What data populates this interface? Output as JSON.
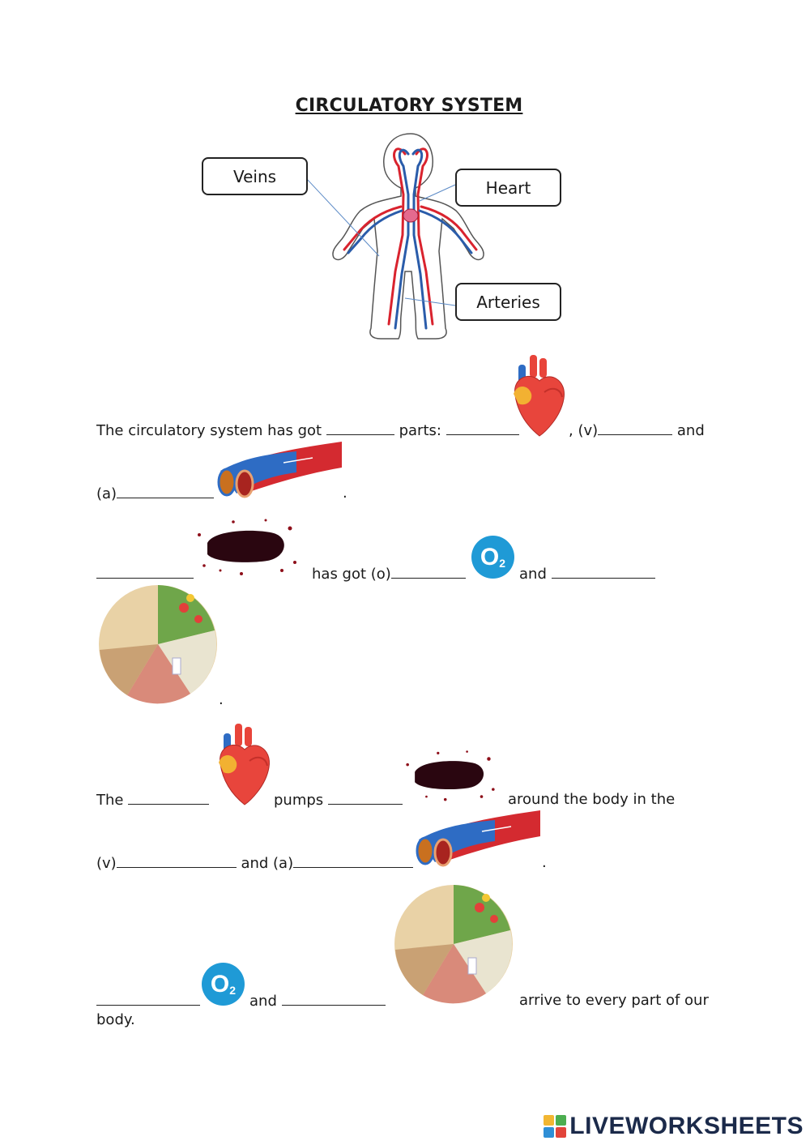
{
  "title": "CIRCULATORY SYSTEM",
  "labels": {
    "veins": "Veins",
    "heart": "Heart",
    "arteries": "Arteries"
  },
  "s1": {
    "a": "The circulatory system has got",
    "b": "parts:",
    "c": ", (v)",
    "d": "and",
    "e": "(a)",
    "f": "."
  },
  "s2": {
    "a": "has got (o)",
    "b": "and",
    "c": "."
  },
  "s3": {
    "a": "The",
    "b": "pumps",
    "c": "around the body in the",
    "d": "(v)",
    "e": "and (a)",
    "f": "."
  },
  "s4": {
    "a": "and",
    "b": "arrive to every part of our",
    "c": "body."
  },
  "o2": "O",
  "o2_sub": "2",
  "brand": "LIVEWORKSHEETS",
  "colors": {
    "artery": "#d9232e",
    "vein": "#2a5caa",
    "o2": "#1f9ad6"
  }
}
